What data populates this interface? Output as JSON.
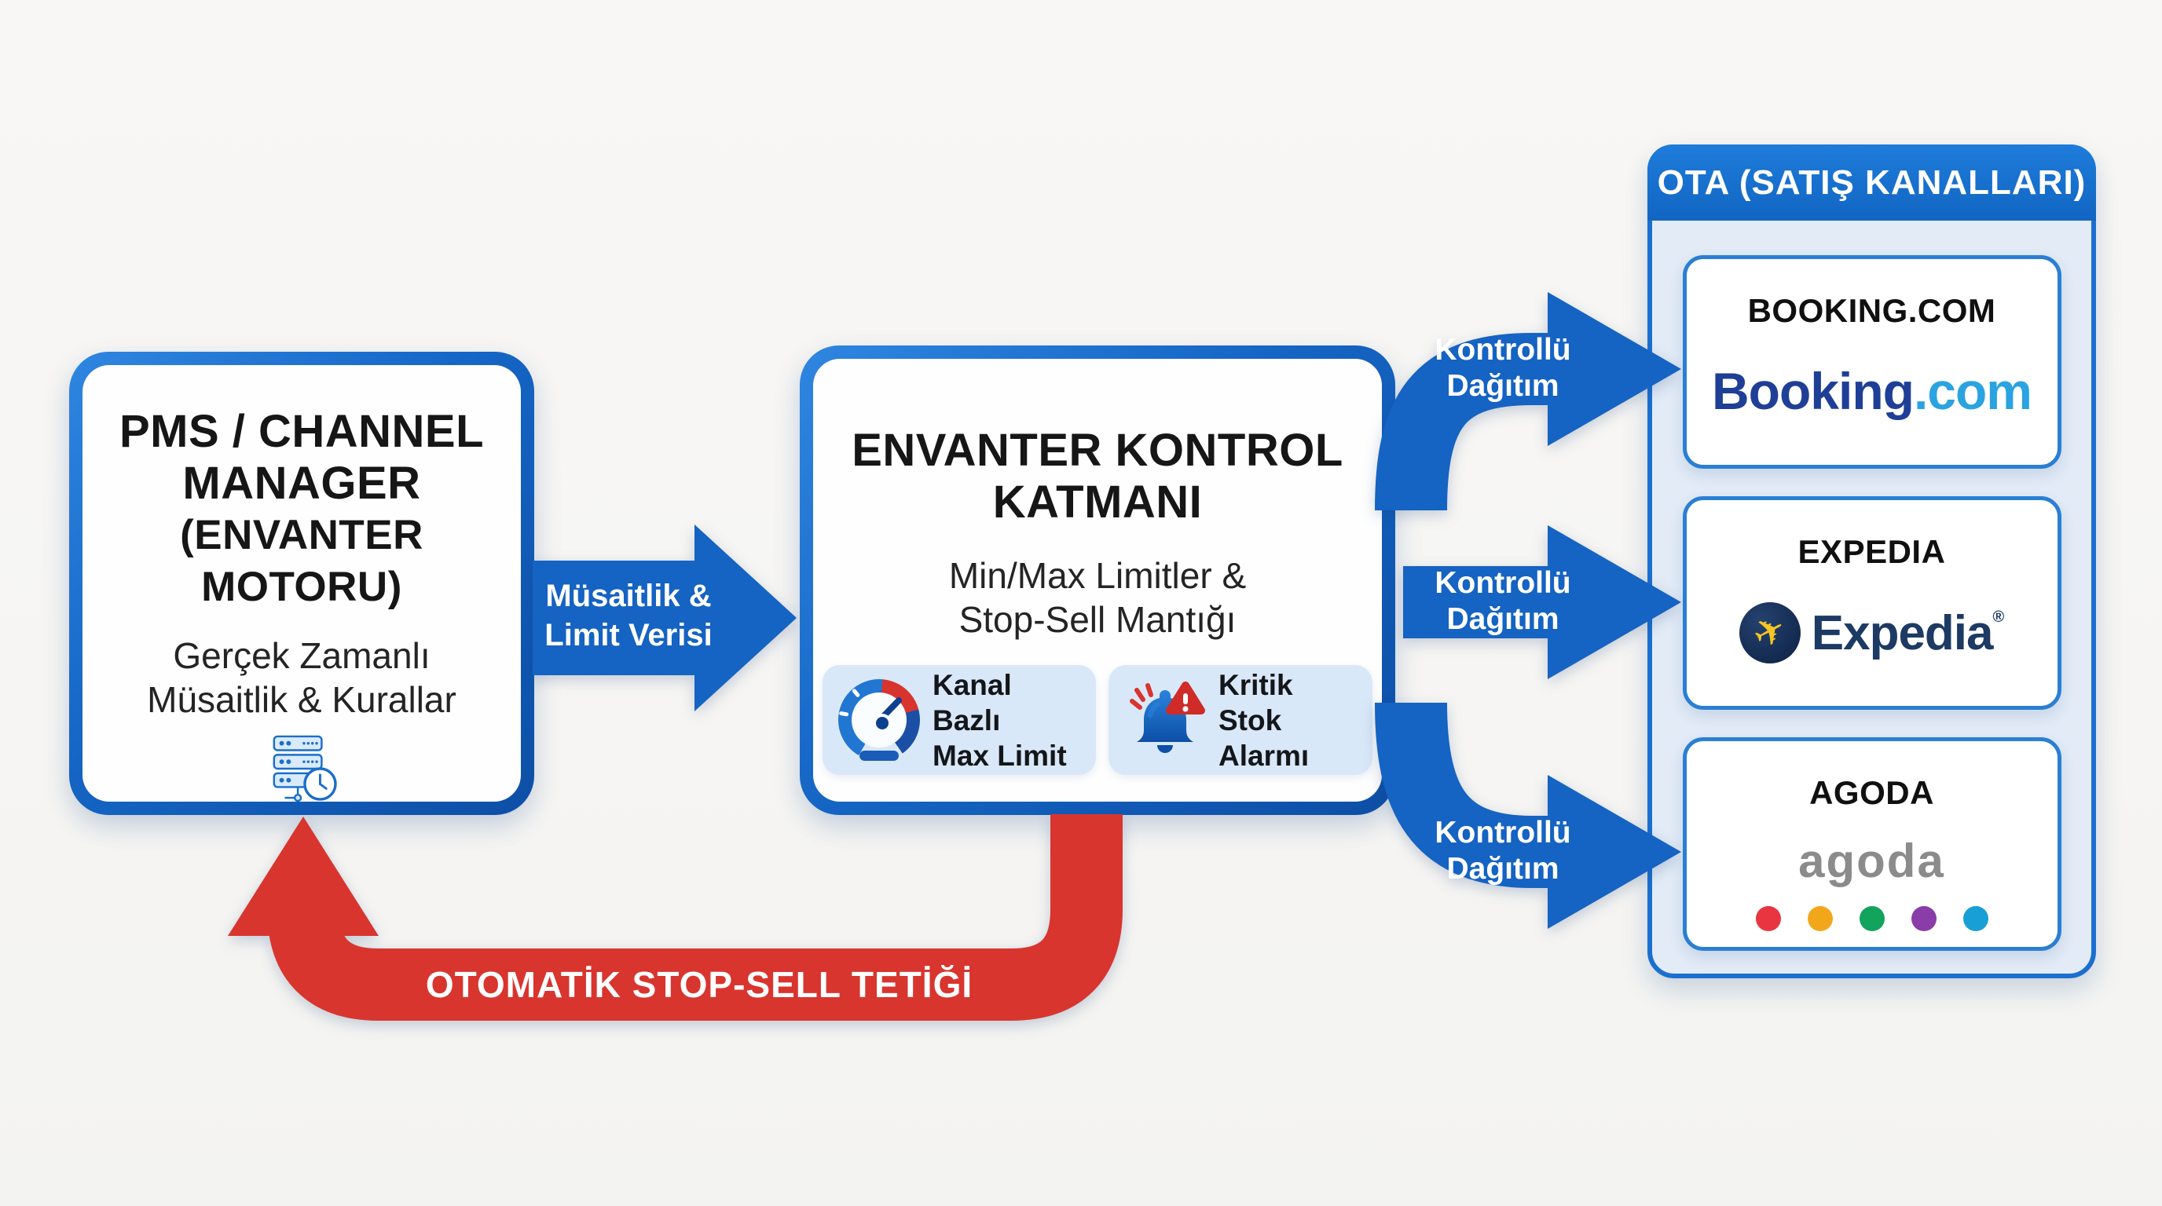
{
  "diagram": {
    "pms_box": {
      "title_line1": "PMS / CHANNEL",
      "title_line2": "MANAGER",
      "title_line3": "(ENVANTER MOTORU)",
      "subtitle_line1": "Gerçek Zamanlı",
      "subtitle_line2": "Müsaitlik & Kurallar",
      "icon": "server-stack-clock-icon"
    },
    "control_box": {
      "title_line1": "ENVANTER KONTROL",
      "title_line2": "KATMANI",
      "subtitle_line1": "Min/Max Limitler &",
      "subtitle_line2": "Stop-Sell Mantığı",
      "features": [
        {
          "icon": "gauge-icon",
          "label_line1": "Kanal Bazlı",
          "label_line2": "Max Limit"
        },
        {
          "icon": "alarm-bell-icon",
          "label_line1": "Kritik Stok",
          "label_line2": "Alarmı"
        }
      ]
    },
    "ota_panel": {
      "header": "OTA (SATIŞ KANALLARI)",
      "channels": [
        {
          "name": "BOOKING.COM",
          "logo_part1": "Booking",
          "logo_part2": ".com"
        },
        {
          "name": "EXPEDIA",
          "logo_text": "Expedia",
          "logo_mark": "®",
          "logo_plane": "✈",
          "logo_icon": "expedia-plane-icon"
        },
        {
          "name": "AGODA",
          "logo_text": "agoda",
          "logo_icon": "agoda-brand-dots"
        }
      ]
    },
    "arrows": {
      "availability": {
        "line1": "Müsaitlik &",
        "line2": "Limit Verisi"
      },
      "controlled": {
        "line1": "Kontrollü",
        "line2": "Dağıtım"
      },
      "stop_sell": {
        "label": "OTOMATİK STOP-SELL TETİĞİ"
      }
    },
    "colors": {
      "arrow_blue": "#1563c2",
      "arrow_red": "#d8352f",
      "panel_bg": "#e2ebf6",
      "header_blue": "#1a73d0",
      "booking_navy": "#1f3f97",
      "booking_cyan": "#2aa3e0",
      "expedia_navy": "#1c3a63",
      "expedia_yellow": "#f7c525",
      "agoda_gray": "#8b8b8b",
      "agoda_dots": [
        "#e8353f",
        "#f2a71b",
        "#12a35c",
        "#8a3da8",
        "#189fd6"
      ]
    }
  }
}
